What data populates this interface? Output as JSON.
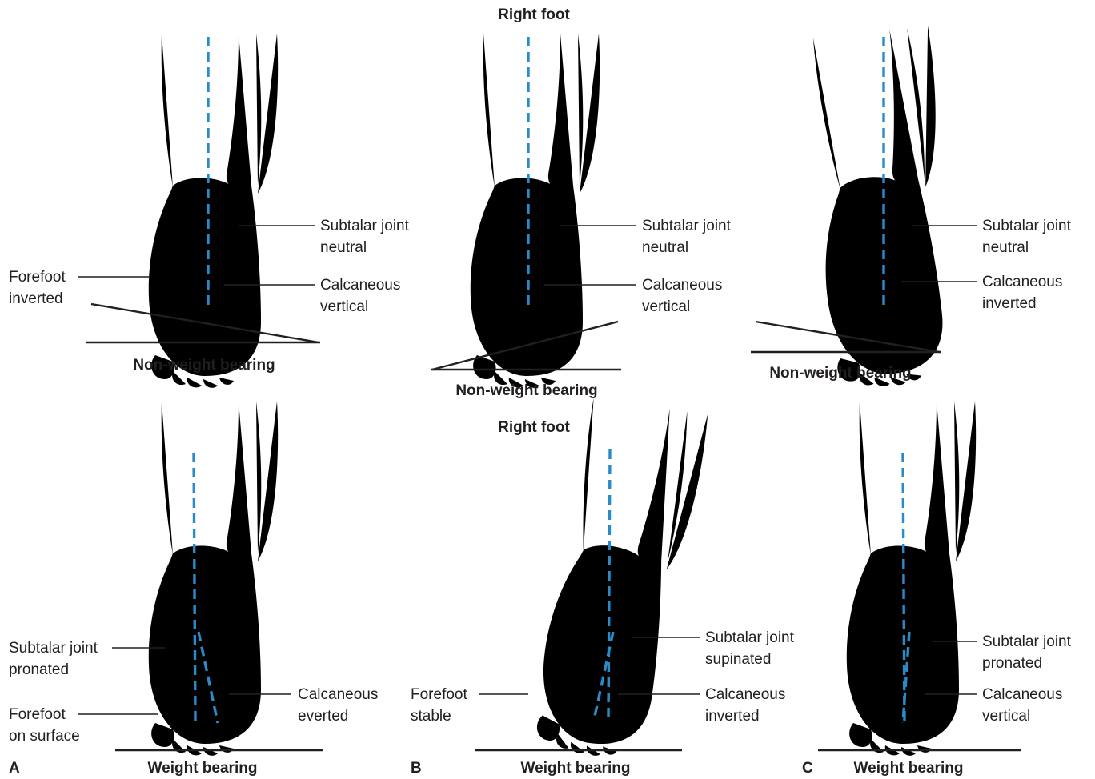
{
  "figure": {
    "top_title": "Right foot",
    "bottom_title": "Right foot",
    "colors": {
      "axis_line": "#2a8bc9",
      "ink": "#231f20",
      "background": "#ffffff"
    },
    "top_row": [
      {
        "subtalar_label": "Subtalar joint\nneutral",
        "calcaneus_label": "Calcaneous\nvertical",
        "forefoot_label": "Forefoot\ninverted",
        "caption": "Non-weight bearing"
      },
      {
        "subtalar_label": "Subtalar joint\nneutral",
        "calcaneus_label": "Calcaneous\nvertical",
        "caption": "Non-weight bearing"
      },
      {
        "subtalar_label": "Subtalar joint\nneutral",
        "calcaneus_label": "Calcaneous\ninverted",
        "caption": "Non-weight bearing"
      }
    ],
    "bottom_row": [
      {
        "letter": "A",
        "subtalar_label": "Subtalar joint\npronated",
        "calcaneus_label": "Calcaneous\neverted",
        "forefoot_label": "Forefoot\non surface",
        "caption": "Weight bearing"
      },
      {
        "letter": "B",
        "subtalar_label": "Subtalar joint\nsupinated",
        "calcaneus_label": "Calcaneous\ninverted",
        "forefoot_label": "Forefoot\nstable",
        "caption": "Weight bearing"
      },
      {
        "letter": "C",
        "subtalar_label": "Subtalar joint\npronated",
        "calcaneus_label": "Calcaneous\nvertical",
        "caption": "Weight bearing"
      }
    ]
  }
}
